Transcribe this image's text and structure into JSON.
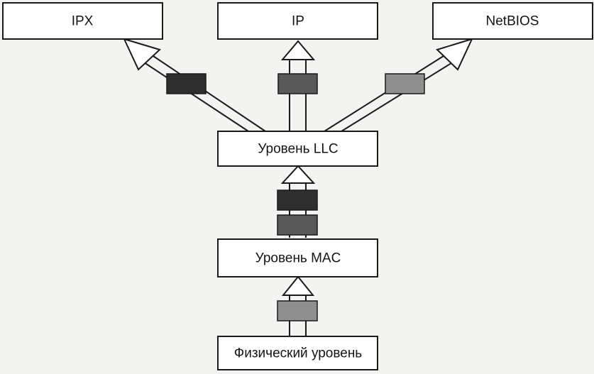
{
  "boxes": {
    "ipx": "IPX",
    "ip": "IP",
    "netbios": "NetBIOS",
    "llc": "Уровень LLC",
    "mac": "Уровень MAC",
    "phys": "Физический уровень"
  },
  "colors": {
    "frame_dark": "#2e2e2e",
    "frame_mid": "#595959",
    "frame_light": "#8f8f8f",
    "background": "#f3f3f1"
  }
}
